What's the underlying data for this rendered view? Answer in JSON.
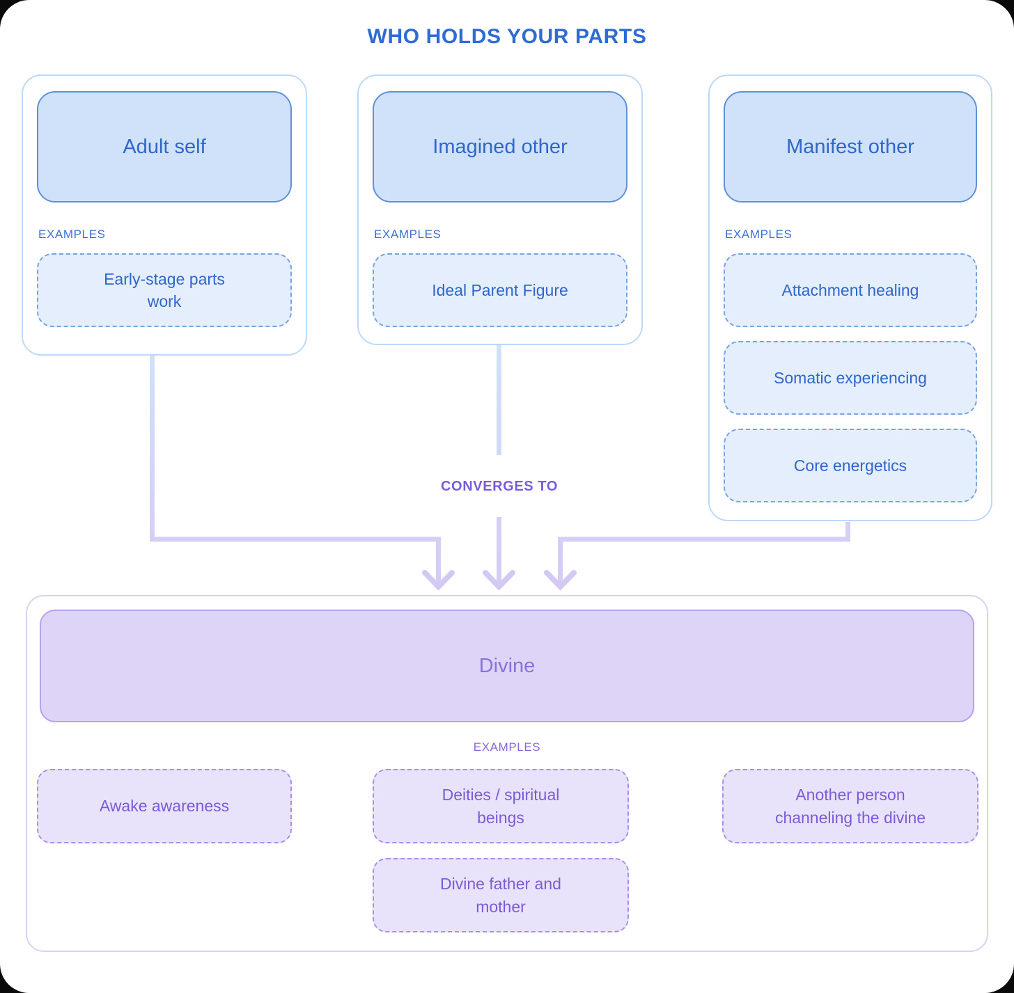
{
  "title": "WHO HOLDS YOUR PARTS",
  "converges_label": "CONVERGES TO",
  "columns": [
    {
      "header": "Adult self",
      "examples_label": "EXAMPLES",
      "examples": [
        "Early-stage parts\nwork"
      ]
    },
    {
      "header": "Imagined other",
      "examples_label": "EXAMPLES",
      "examples": [
        "Ideal Parent Figure"
      ]
    },
    {
      "header": "Manifest other",
      "examples_label": "EXAMPLES",
      "examples": [
        "Attachment healing",
        "Somatic experiencing",
        "Core energetics"
      ]
    }
  ],
  "divine": {
    "header": "Divine",
    "examples_label": "EXAMPLES",
    "examples_row1": [
      "Awake awareness",
      "Deities / spiritual\nbeings",
      "Another person\nchanneling the divine"
    ],
    "examples_row2": [
      "Divine father and\nmother"
    ]
  },
  "colors": {
    "title_blue": "#2e6bd3",
    "card_border_blue": "#bdd9f8",
    "header_fill_blue": "#cfe2f9",
    "header_border_blue": "#6290d6",
    "header_text_blue": "#2e66c9",
    "dashed_fill_blue": "#e4eefc",
    "dashed_border_blue": "#79a3e1",
    "connector_blue": "#cfe2f9",
    "connector_purple": "#d6cdf5",
    "converges_purple": "#7a5cd8",
    "divine_border": "#d9d2f3",
    "divine_header_fill": "#ddd4f7",
    "divine_header_border": "#b5a4ed",
    "divine_text": "#8674dd",
    "dashed_fill_purple": "#e9e2fb",
    "dashed_border_purple": "#a98fe8",
    "dashed_text_purple": "#7c5bd6"
  }
}
